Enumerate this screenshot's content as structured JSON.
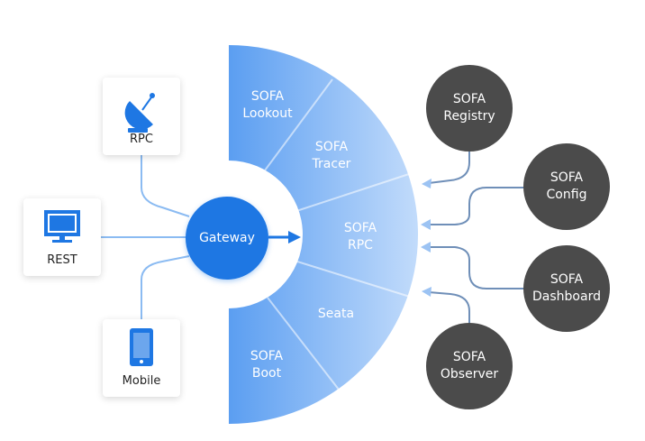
{
  "clients": [
    {
      "label": "RPC",
      "icon": "satellite-dish-icon"
    },
    {
      "label": "REST",
      "icon": "monitor-icon"
    },
    {
      "label": "Mobile",
      "icon": "mobile-phone-icon"
    }
  ],
  "gateway": {
    "label": "Gateway"
  },
  "segments": [
    {
      "line1": "SOFA",
      "line2": "Lookout"
    },
    {
      "line1": "SOFA",
      "line2": "Tracer"
    },
    {
      "line1": "SOFA",
      "line2": "RPC"
    },
    {
      "line1": "Seata",
      "line2": ""
    },
    {
      "line1": "SOFA",
      "line2": "Boot"
    }
  ],
  "services": [
    {
      "line1": "SOFA",
      "line2": "Registry"
    },
    {
      "line1": "SOFA",
      "line2": "Config"
    },
    {
      "line1": "SOFA",
      "line2": "Dashboard"
    },
    {
      "line1": "SOFA",
      "line2": "Observer"
    }
  ],
  "colors": {
    "gateway": "#1e77e3",
    "fan_light": "#c3dcfb",
    "fan_dark": "#5b9ef1",
    "service_circle": "#4b4b4b",
    "client_line": "#8bbbf2",
    "service_line": "#6f8fb8",
    "arrow_head": "#9cc3f3"
  }
}
